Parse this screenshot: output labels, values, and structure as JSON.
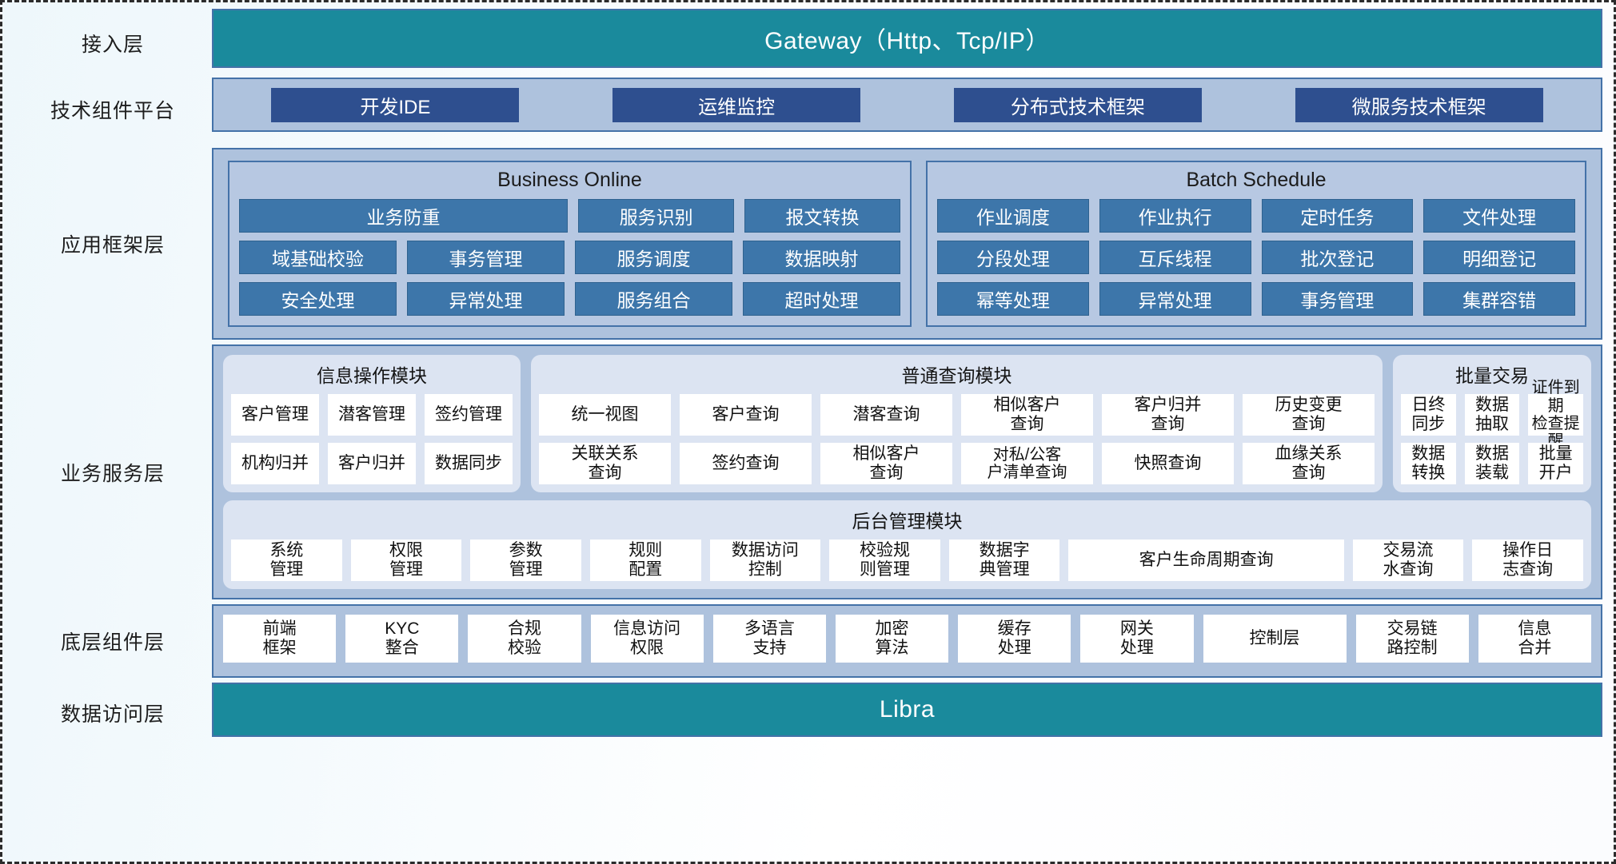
{
  "layers": {
    "access": {
      "label": "接入层",
      "bar": "Gateway（Http、Tcp/IP）"
    },
    "tech": {
      "label": "技术组件平台",
      "chips": [
        "开发IDE",
        "运维监控",
        "分布式技术框架",
        "微服务技术框架"
      ]
    },
    "appfw": {
      "label": "应用框架层",
      "groups": [
        {
          "title": "Business Online",
          "rows": [
            [
              "业务防重",
              "服务识别",
              "报文转换"
            ],
            [
              "域基础校验",
              "事务管理",
              "服务调度",
              "数据映射"
            ],
            [
              "安全处理",
              "异常处理",
              "服务组合",
              "超时处理"
            ]
          ]
        },
        {
          "title": "Batch Schedule",
          "rows": [
            [
              "作业调度",
              "作业执行",
              "定时任务",
              "文件处理"
            ],
            [
              "分段处理",
              "互斥线程",
              "批次登记",
              "明细登记"
            ],
            [
              "幂等处理",
              "异常处理",
              "事务管理",
              "集群容错"
            ]
          ]
        }
      ]
    },
    "biz": {
      "label": "业务服务层",
      "info_module": {
        "title": "信息操作模块",
        "rows": [
          [
            "客户管理",
            "潜客管理",
            "签约管理"
          ],
          [
            "机构归并",
            "客户归并",
            "数据同步"
          ]
        ]
      },
      "query_module": {
        "title": "普通查询模块",
        "rows": [
          [
            "统一视图",
            "客户查询",
            "潜客查询",
            "相似客户\n查询",
            "客户归并\n查询",
            "历史变更\n查询"
          ],
          [
            "关联关系\n查询",
            "签约查询",
            "相似客户\n查询",
            "对私/公客\n户清单查询",
            "快照查询",
            "血缘关系\n查询"
          ]
        ]
      },
      "batch_module": {
        "title": "批量交易",
        "rows": [
          [
            "日终\n同步",
            "数据\n抽取",
            "证件到期\n检查提醒"
          ],
          [
            "数据\n转换",
            "数据\n装载",
            "批量\n开户"
          ]
        ]
      },
      "admin_module": {
        "title": "后台管理模块",
        "cells": [
          "系统\n管理",
          "权限\n管理",
          "参数\n管理",
          "规则\n配置",
          "数据访问\n控制",
          "校验规\n则管理",
          "数据字\n典管理",
          "客户生命周期查询",
          "交易流\n水查询",
          "操作日\n志查询"
        ]
      }
    },
    "base": {
      "label": "底层组件层",
      "cells": [
        "前端\n框架",
        "KYC\n整合",
        "合规\n校验",
        "信息访问\n权限",
        "多语言\n支持",
        "加密\n算法",
        "缓存\n处理",
        "网关\n处理",
        "控制层",
        "交易链\n路控制",
        "信息\n合并"
      ]
    },
    "data": {
      "label": "数据访问层",
      "bar": "Libra"
    }
  },
  "colors": {
    "teal": "#1a8a9c",
    "panel_blue": "#aec2dd",
    "chip_dark_blue": "#2e4f8f",
    "chip_mid_blue": "#3d76aa",
    "card_blue": "#dce4f2",
    "border_blue": "#4472a8"
  }
}
